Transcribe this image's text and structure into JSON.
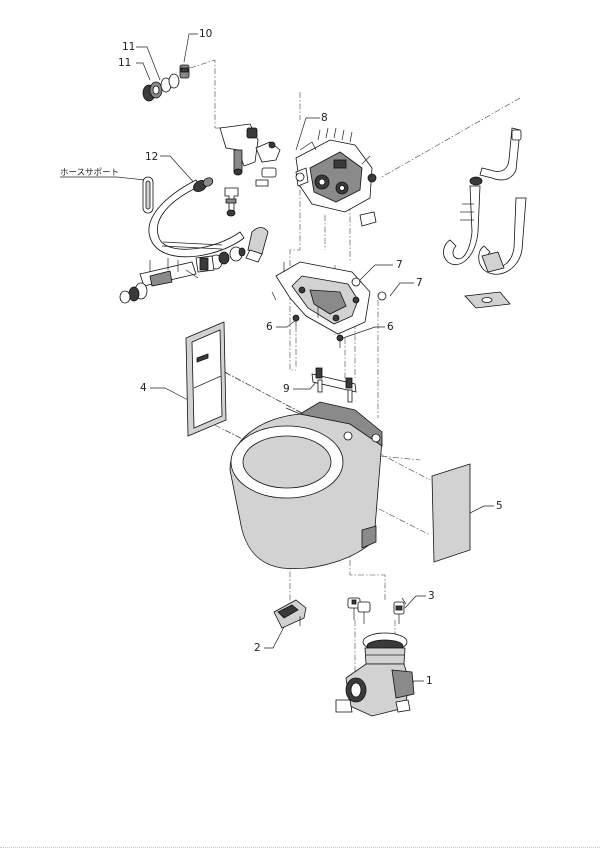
{
  "callouts": {
    "c1": "1",
    "c2": "2",
    "c3": "3",
    "c4": "4",
    "c5": "5",
    "c6a": "6",
    "c6b": "6",
    "c7a": "7",
    "c7b": "7",
    "c8": "8",
    "c9": "9",
    "c10": "10",
    "c11a": "11",
    "c11b": "11",
    "c12": "12",
    "hose_support": "ホースサポート"
  }
}
